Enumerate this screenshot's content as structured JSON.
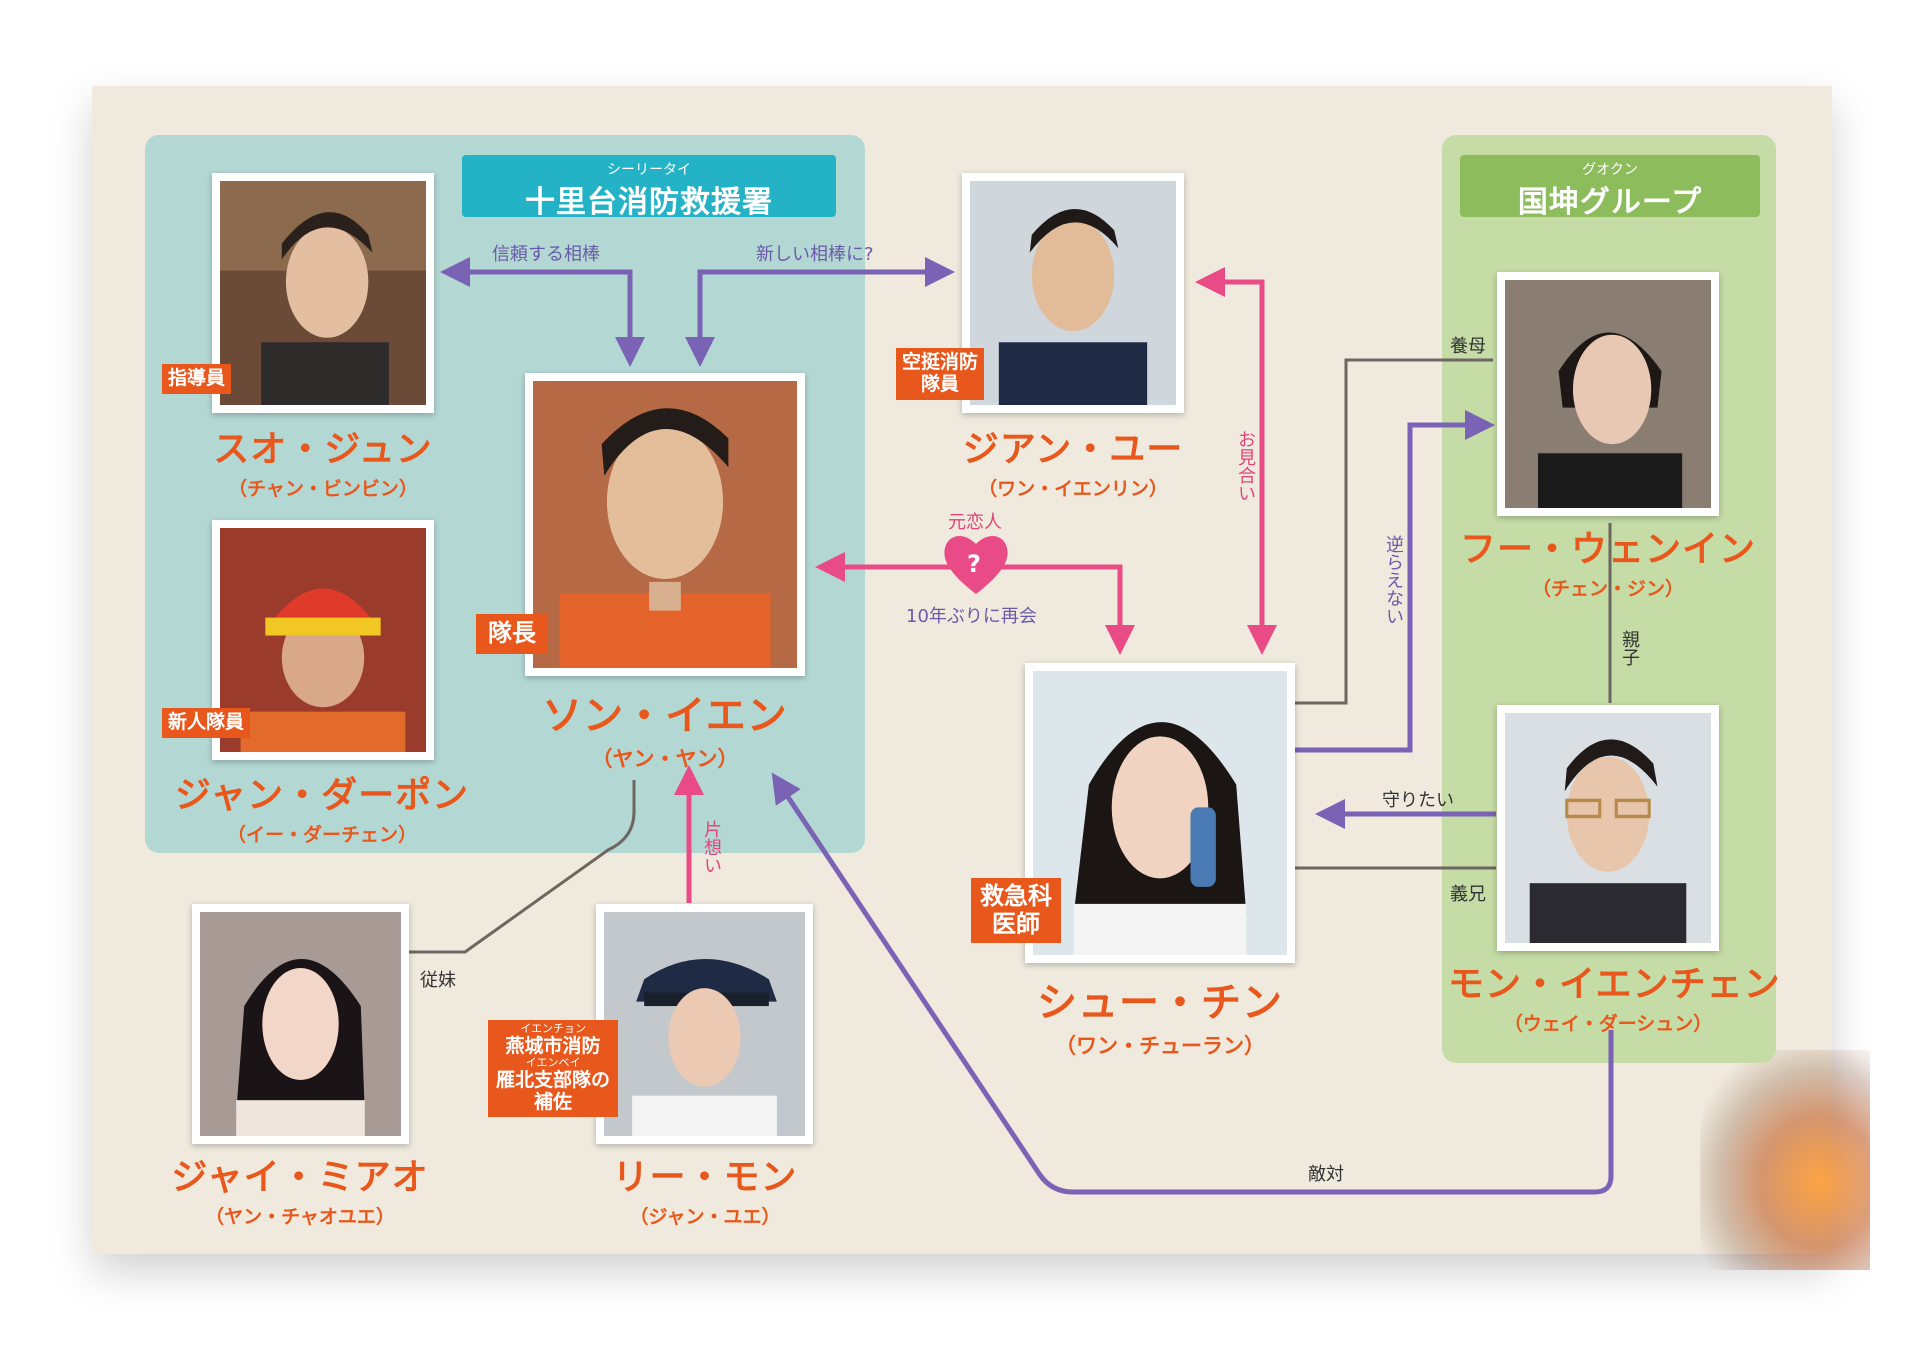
{
  "groups": {
    "fire": {
      "ruby": "シーリータイ",
      "title": "十里台消防救援署"
    },
    "corp": {
      "ruby": "グオクン",
      "title": "国坤グループ"
    }
  },
  "people": {
    "suo": {
      "name": "スオ・ジュン",
      "actor": "（チャン・ビンビン）",
      "role": "指導員"
    },
    "jiang": {
      "name": "ジャン・ダーポン",
      "actor": "（イー・ダーチェン）",
      "role": "新人隊員"
    },
    "song": {
      "name": "ソン・イエン",
      "actor": "（ヤン・ヤン）",
      "role": "隊長"
    },
    "jian": {
      "name": "ジアン・ユー",
      "actor": "（ワン・イエンリン）",
      "role_line1": "空挺消防",
      "role_line2": "隊員"
    },
    "shu": {
      "name": "シュー・チン",
      "actor": "（ワン・チューラン）",
      "role_line1": "救急科",
      "role_line2": "医師"
    },
    "fu": {
      "name": "フー・ウェンイン",
      "actor": "（チェン・ジン）"
    },
    "mon": {
      "name": "モン・イエンチェン",
      "actor": "（ウェイ・ダーシュン）"
    },
    "jai": {
      "name": "ジャイ・ミアオ",
      "actor": "（ヤン・チャオユエ）"
    },
    "li": {
      "name": "リー・モン",
      "actor": "（ジャン・ユエ）",
      "ruby1": "イエンチョン",
      "role_line1": "燕城市消防",
      "ruby2": "イエンベイ",
      "role_line2": "雁北支部隊の",
      "role_line3": "補佐"
    }
  },
  "links": {
    "trust": "信頼する相棒",
    "new_partner": "新しい相棒に?",
    "ex_lover": "元恋人",
    "reunion": "10年ぶりに再会",
    "heart_mark": "?",
    "omiai": "お見合い",
    "adoptive_mother": "養母",
    "cannot_defy": "逆らえない",
    "parent_child": "親子",
    "want_protect": "守りたい",
    "brother_in_law": "義兄",
    "cousin": "従妹",
    "one_sided": "片想い",
    "hostile": "敵対"
  },
  "colors": {
    "accent": "#e8581c",
    "purple": "#7a62b4",
    "pink": "#e94b86",
    "gray": "#6e6660",
    "teal": "#24b2c6",
    "green": "#8cbc5c"
  }
}
